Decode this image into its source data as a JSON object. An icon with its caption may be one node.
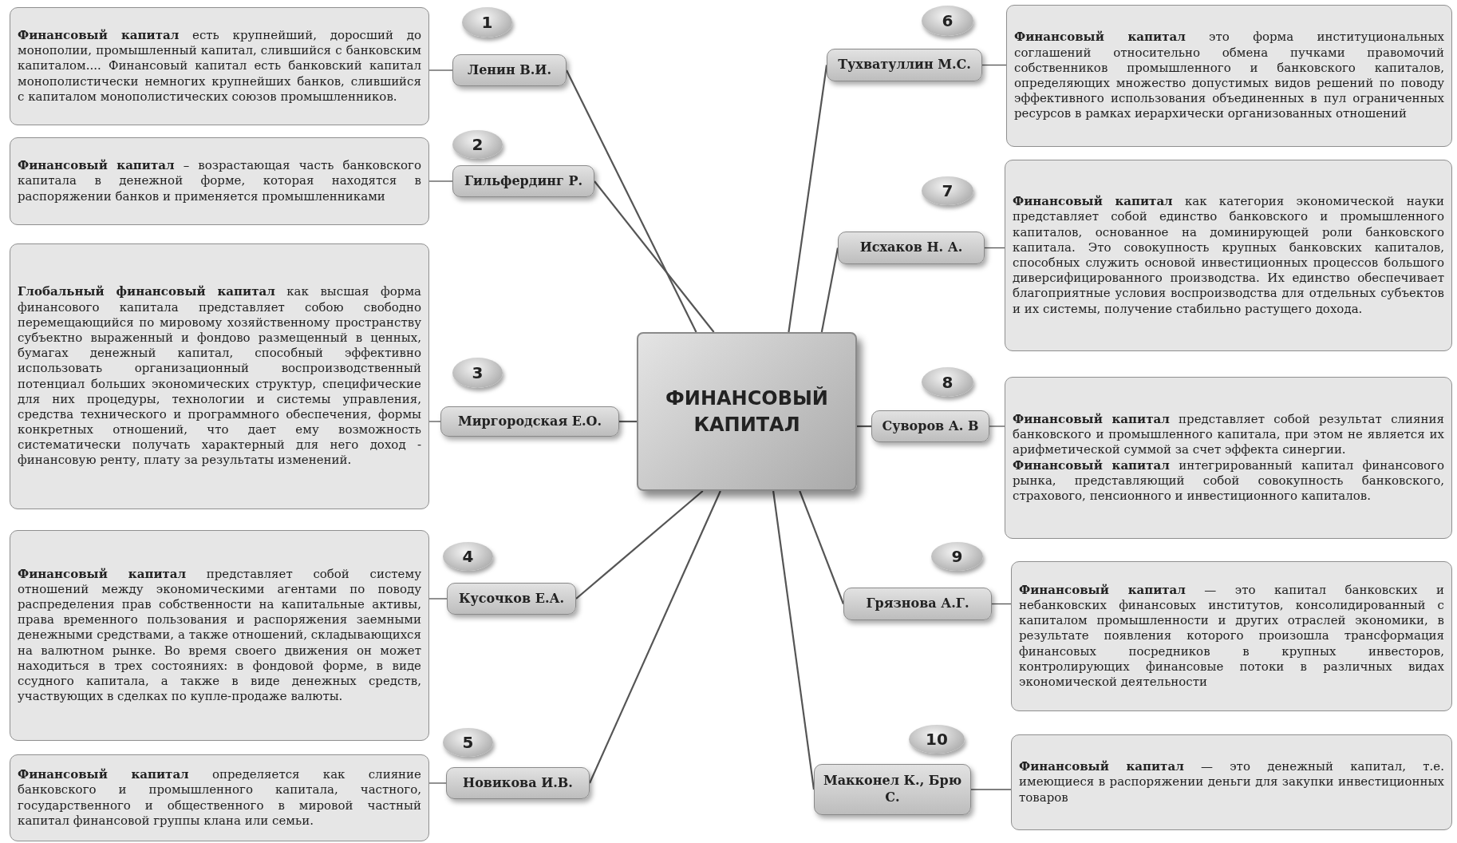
{
  "diagram": {
    "nodes": [
      {
        "text": [
          "ФИНАНСОВЫЙ КАПИТАЛ"
        ]
      },
      {
        "text": [
          "1"
        ]
      },
      {
        "text": [
          "Ленин В.И."
        ]
      },
      {
        "text": [
          "**Финансовый капитал** есть крупнейший, доросший до монополии, промышленный капитал, слившийся с банковским капиталом.... Финансовый капитал есть банковский капитал монополистически немногих крупнейших банков, слившийся с капиталом монополистических союзов промышленников."
        ]
      },
      {
        "text": [
          "2"
        ]
      },
      {
        "text": [
          "Гильфердинг Р."
        ]
      },
      {
        "text": [
          "**Финансовый капитал** – возрастающая часть банковского капитала в денежной форме, которая находятся в распоряжении банков и применяется промышленниками"
        ]
      },
      {
        "text": [
          "3"
        ]
      },
      {
        "text": [
          "Миргородская Е.О."
        ]
      },
      {
        "text": [
          "**Глобальный финансовый капитал** как высшая форма финансового капитала представляет собою свободно перемещающийся по мировому хозяйственному пространству субъектно выраженный и фондово размещенный в ценных, бумагах денежный капитал, способный эффективно использовать организационный воспроизводственный потенциал больших экономических структур, специфические для них процедуры, технологии и системы управления, средства технического и программного обеспечения, формы конкретных отношений, что дает ему возможность систематически получать характерный для него доход - финансовую ренту, плату за результаты изменений."
        ]
      },
      {
        "text": [
          "4"
        ]
      },
      {
        "text": [
          "Кусочков Е.А."
        ]
      },
      {
        "text": [
          "**Финансовый капитал** представляет собой систему отношений между экономическими агентами по поводу распределения прав собственности на капитальные активы, права временного пользования и распоряжения заемными денежными средствами, а также отношений, складывающихся на валютном рынке. Во время своего движения он может находиться в трех состояниях: в фондовой форме, в виде ссудного капитала, а также в виде денежных средств, участвующих в сделках по купле-продаже валюты."
        ]
      },
      {
        "text": [
          "5"
        ]
      },
      {
        "text": [
          "Новикова И.В."
        ]
      },
      {
        "text": [
          "**Финансовый капитал** определяется как слияние банковского и промышленного капитала, частного, государственного и общественного в мировой частный капитал финансовой группы клана или семьи."
        ]
      },
      {
        "text": [
          "6"
        ]
      },
      {
        "text": [
          "Тухватуллин М.С."
        ]
      },
      {
        "text": [
          "**Финансовый капитал** это форма институциональных соглашений относительно обмена пучками правомочий собственников промышленного и банковского капиталов, определяющих множество допустимых видов решений по поводу эффективного использования объединенных в пул ограниченных ресурсов в рамках иерархически организованных отношений"
        ]
      },
      {
        "text": [
          "7"
        ]
      },
      {
        "text": [
          "Исхаков Н. А."
        ]
      },
      {
        "text": [
          "**Финансовый капитал** как категория экономической науки представляет собой единство банковского и промышленного капиталов, основанное на доминирующей роли банковского капитала. Это совокупность крупных банковских капиталов, способных служить основой инвестиционных процессов большого диверсифицированного производства. Их единство обеспечивает благоприятные условия воспроизводства для отдельных субъектов и их системы, получение стабильно растущего дохода."
        ]
      },
      {
        "text": [
          "8"
        ]
      },
      {
        "text": [
          "Суворов А. В"
        ]
      },
      {
        "text": [
          "**Финансовый капитал** представляет собой результат слияния банковского и промышленного капитала, при этом не является их арифметической суммой за счет эффекта синергии.",
          "**Финансовый капитал** интегрированный капитал финансового рынка, представляющий собой совокупность банковского, страхового, пенсионного и инвестиционного капиталов."
        ]
      },
      {
        "text": [
          "9"
        ]
      },
      {
        "text": [
          "Грязнова А.Г."
        ]
      },
      {
        "text": [
          "**Финансовый капитал** — это капитал банковских и небанковских финансовых институтов, консолидированный с капиталом промышленности и других отраслей экономики, в результате появления которого произошла трансформация финансовых посредников в крупных инвесторов, контролирующих финансовые потоки в различных видах экономической деятельности"
        ]
      },
      {
        "text": [
          "10"
        ]
      },
      {
        "text": [
          "Макконел К., Брю С."
        ]
      },
      {
        "text": [
          "**Финансовый капитал** — это денежный капитал, т.е. имеющиеся в распоряжении деньги для закупки инвестиционных товаров"
        ]
      }
    ],
    "edges": [
      {
        "from": 0,
        "to": 2,
        "arrow": "none"
      },
      {
        "from": 2,
        "to": 3,
        "arrow": "none"
      },
      {
        "from": 0,
        "to": 5,
        "arrow": "none"
      },
      {
        "from": 5,
        "to": 6,
        "arrow": "none"
      },
      {
        "from": 0,
        "to": 8,
        "arrow": "none"
      },
      {
        "from": 8,
        "to": 9,
        "arrow": "none"
      },
      {
        "from": 0,
        "to": 11,
        "arrow": "none"
      },
      {
        "from": 11,
        "to": 12,
        "arrow": "none"
      },
      {
        "from": 0,
        "to": 14,
        "arrow": "none"
      },
      {
        "from": 14,
        "to": 15,
        "arrow": "none"
      },
      {
        "from": 0,
        "to": 17,
        "arrow": "none"
      },
      {
        "from": 17,
        "to": 18,
        "arrow": "none"
      },
      {
        "from": 0,
        "to": 20,
        "arrow": "none"
      },
      {
        "from": 20,
        "to": 21,
        "arrow": "none"
      },
      {
        "from": 0,
        "to": 23,
        "arrow": "none"
      },
      {
        "from": 23,
        "to": 24,
        "arrow": "none"
      },
      {
        "from": 0,
        "to": 26,
        "arrow": "none"
      },
      {
        "from": 26,
        "to": 27,
        "arrow": "none"
      },
      {
        "from": 0,
        "to": 29,
        "arrow": "none"
      },
      {
        "from": 29,
        "to": 30,
        "arrow": "none"
      }
    ]
  }
}
